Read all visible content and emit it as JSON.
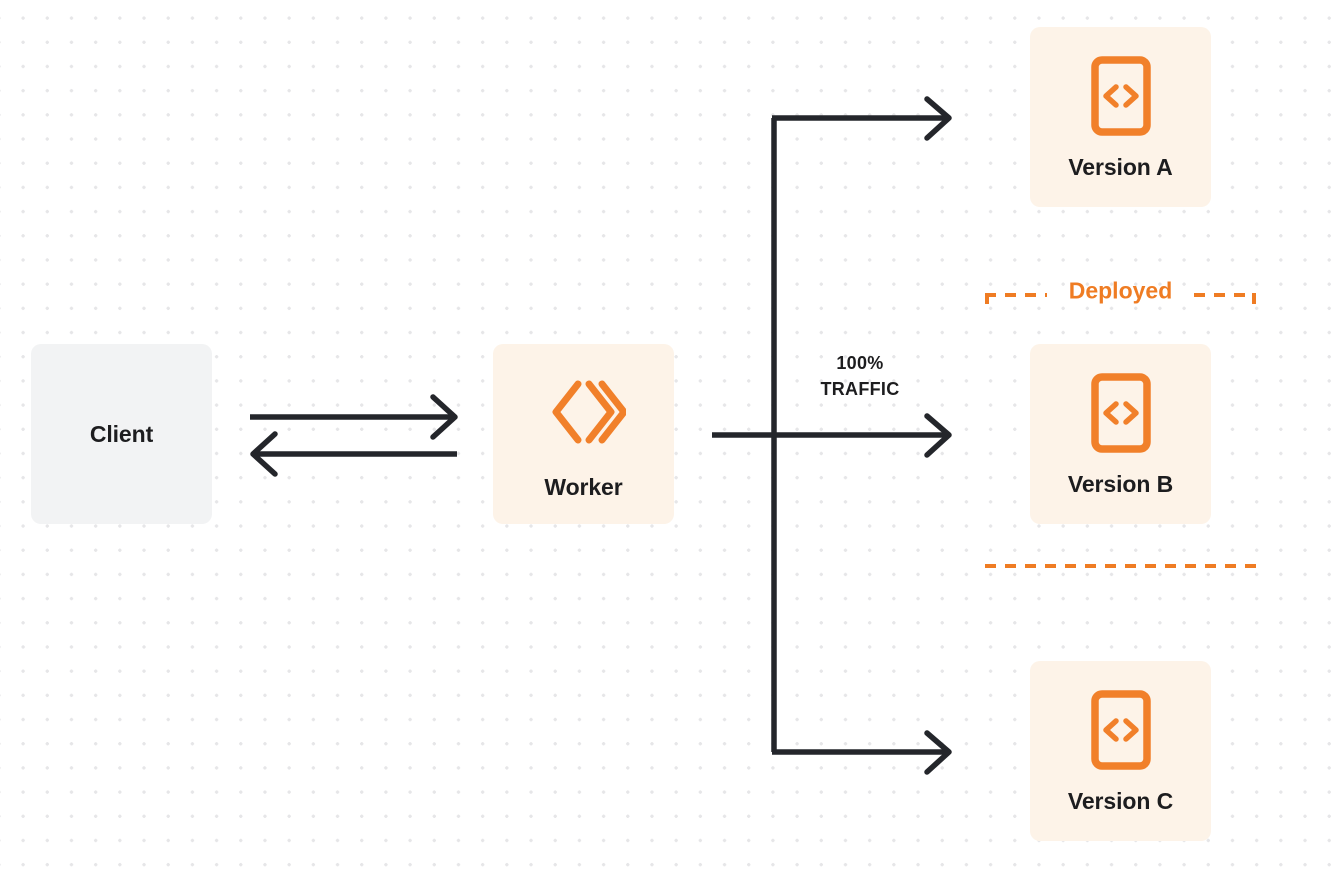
{
  "diagram": {
    "title": "Worker traffic routing to versions",
    "colors": {
      "accent_orange": "#ef7c23",
      "card_cream": "#fdf3e8",
      "client_gray": "#f2f3f4",
      "text_dark": "#1d1d1f",
      "connector_dark": "#24262b",
      "dot_grid": "#e6e6e8",
      "background": "#ffffff"
    },
    "nodes": {
      "client": {
        "label": "Client"
      },
      "worker": {
        "label": "Worker",
        "icon": "cloudflare-workers-icon"
      },
      "version_a": {
        "label": "Version A",
        "icon": "code-brackets-icon"
      },
      "version_b": {
        "label": "Version B",
        "icon": "code-brackets-icon"
      },
      "version_c": {
        "label": "Version C",
        "icon": "code-brackets-icon"
      }
    },
    "groups": {
      "deployed": {
        "label": "Deployed",
        "contains": "Version B",
        "border_style": "dashed"
      }
    },
    "connectors": {
      "traffic_label": {
        "percent": "100%",
        "caption": "TRAFFIC"
      },
      "client_to_worker": "request-arrow-right",
      "worker_to_client": "response-arrow-left",
      "worker_to_version_a": "branch-arrow-right",
      "worker_to_version_b": "branch-arrow-right",
      "worker_to_version_c": "branch-arrow-right"
    }
  }
}
